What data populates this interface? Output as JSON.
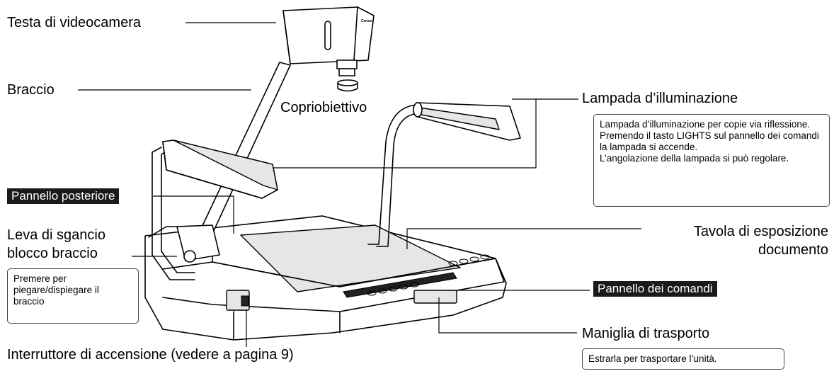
{
  "labels": {
    "camera_head": "Testa di videocamera",
    "arm": "Braccio",
    "lens_cap": "Copriobiettivo",
    "lamp": "Lampada d’illuminazione",
    "rear_panel": "Pannello posteriore",
    "release_lever_line1": "Leva di sgancio",
    "release_lever_line2": "blocco braccio",
    "document_table_line1": "Tavola di esposizione",
    "document_table_line2": "documento",
    "control_panel": "Pannello dei comandi",
    "carry_handle": "Maniglia di trasporto",
    "power_switch": "Interruttore di accensione (vedere a pagina 9)"
  },
  "notes": {
    "lamp": {
      "line1": "Lampada d’illuminazione per copie via riflessione.",
      "line2": "Premendo il tasto LIGHTS sul pannello dei comandi la lampada si accende.",
      "line3": "L’angolazione della lampada si può regolare."
    },
    "lever": "Premere per piegare/dispiegare il braccio",
    "handle": "Estrarla per trasportare l’unità."
  },
  "camera_brand": "Canon",
  "colors": {
    "tag_background": "#1a1a1a",
    "tag_text": "#ffffff",
    "line": "#000000"
  }
}
